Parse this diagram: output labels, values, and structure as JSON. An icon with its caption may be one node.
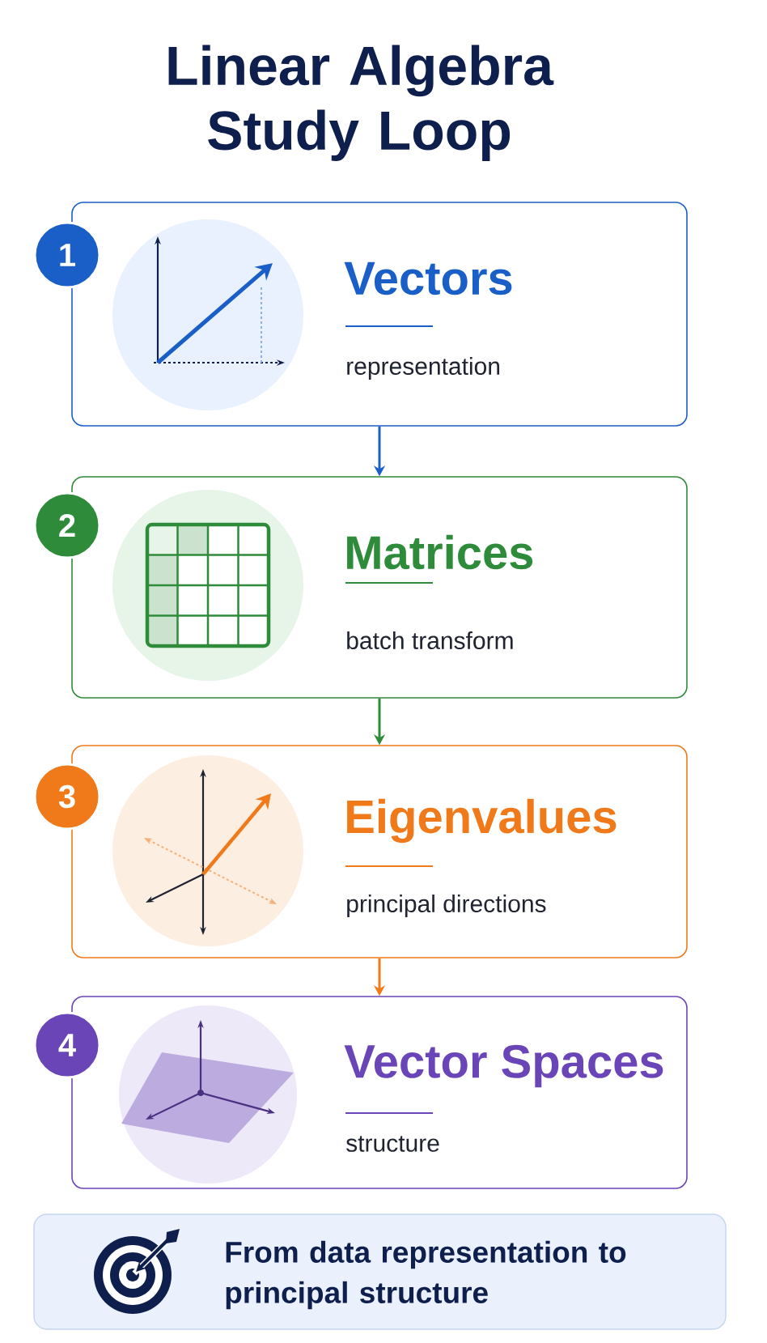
{
  "diagram": {
    "title": "Linear Algebra Study Loop",
    "nodes": [
      {
        "text": [
          "Vectors",
          "representation"
        ]
      },
      {
        "text": [
          "1"
        ]
      },
      {
        "text": [
          "Matrices",
          "batch transform"
        ]
      },
      {
        "text": [
          "2"
        ]
      },
      {
        "text": [
          "Eigenvalues",
          "principal directions"
        ]
      },
      {
        "text": [
          "3"
        ]
      },
      {
        "text": [
          "Vector Spaces",
          "structure"
        ]
      },
      {
        "text": [
          "4"
        ]
      },
      {
        "text": [
          "From data representation to principal structure"
        ]
      }
    ],
    "edges": [
      {
        "from": 0,
        "to": 2,
        "arrow": "to",
        "color": "#1a5fc8"
      },
      {
        "from": 2,
        "to": 4,
        "arrow": "to",
        "color": "#2e8b3a"
      },
      {
        "from": 4,
        "to": 6,
        "arrow": "to",
        "color": "#f07a1a"
      }
    ]
  }
}
